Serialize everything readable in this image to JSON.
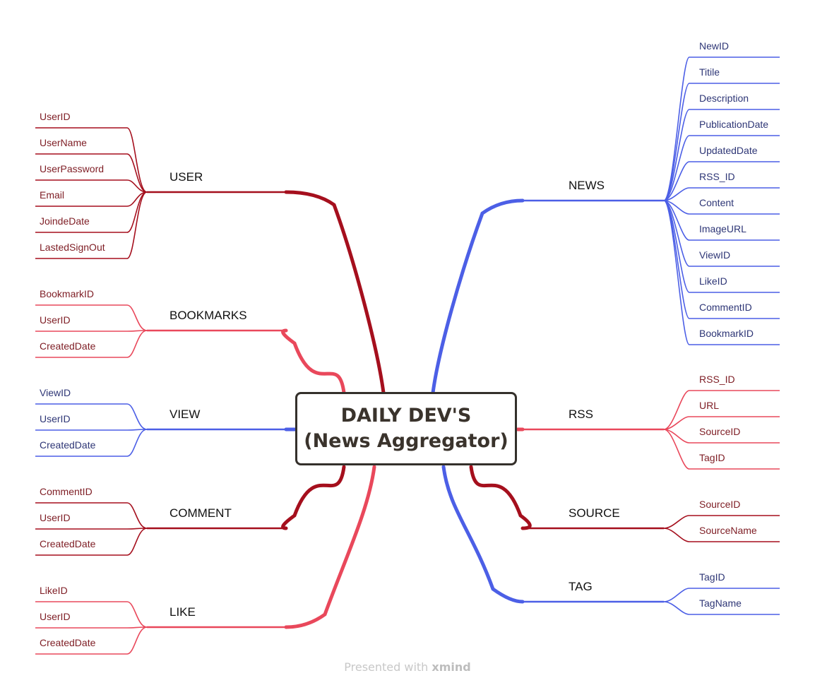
{
  "center": {
    "line1": "DAILY DEV'S",
    "line2": "(News Aggregator)"
  },
  "colors": {
    "dark_red": "#a50f1d",
    "pink": "#e9485b",
    "blue": "#4c5fe6",
    "leaf_text_red": "#7e1d24",
    "leaf_text_blue": "#2e3676"
  },
  "branches": [
    {
      "label": "USER",
      "side": "left",
      "color": "dark_red",
      "leaves": [
        "UserID",
        "UserName",
        "UserPassword",
        "Email",
        "JoindeDate",
        "LastedSignOut"
      ]
    },
    {
      "label": "BOOKMARKS",
      "side": "left",
      "color": "pink",
      "leaves": [
        "BookmarkID",
        "UserID",
        "CreatedDate"
      ]
    },
    {
      "label": "VIEW",
      "side": "left",
      "color": "blue",
      "leaves": [
        "ViewID",
        "UserID",
        "CreatedDate"
      ]
    },
    {
      "label": "COMMENT",
      "side": "left",
      "color": "dark_red",
      "leaves": [
        "CommentID",
        "UserID",
        "CreatedDate"
      ]
    },
    {
      "label": "LIKE",
      "side": "left",
      "color": "pink",
      "leaves": [
        "LikeID",
        "UserID",
        "CreatedDate"
      ]
    },
    {
      "label": "NEWS",
      "side": "right",
      "color": "blue",
      "leaves": [
        "NewID",
        "Titile",
        "Description",
        "PublicationDate",
        "UpdatedDate",
        "RSS_ID",
        "Content",
        "ImageURL",
        "ViewID",
        "LikeID",
        "CommentID",
        "BookmarkID"
      ]
    },
    {
      "label": "RSS",
      "side": "right",
      "color": "pink",
      "leaves": [
        "RSS_ID",
        "URL",
        "SourceID",
        "TagID"
      ]
    },
    {
      "label": "SOURCE",
      "side": "right",
      "color": "dark_red",
      "leaves": [
        "SourceID",
        "SourceName"
      ]
    },
    {
      "label": "TAG",
      "side": "right",
      "color": "blue",
      "leaves": [
        "TagID",
        "TagName"
      ]
    }
  ],
  "footer": {
    "prefix": "Presented with",
    "brand": "xmind"
  }
}
